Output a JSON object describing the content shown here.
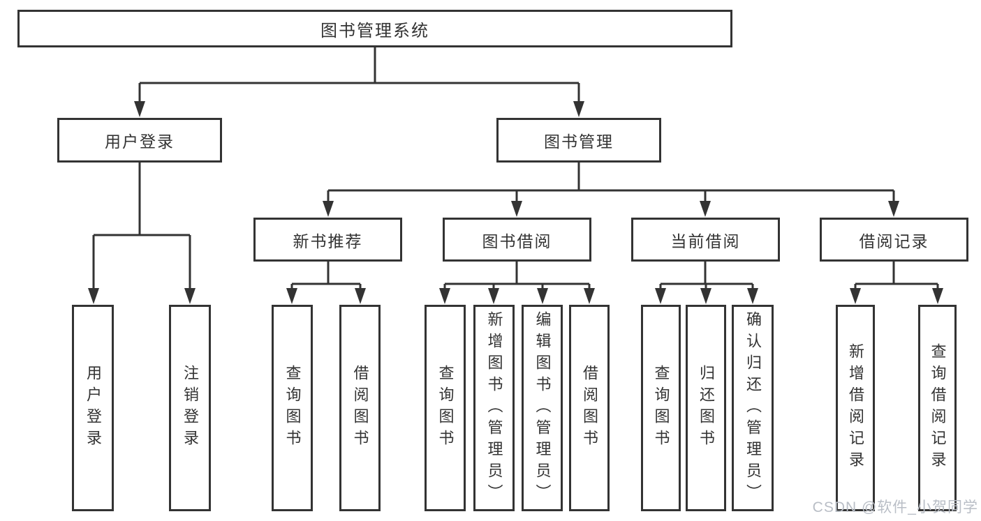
{
  "colors": {
    "line": "#333333",
    "box_border": "#333333",
    "text": "#333333",
    "background": "#ffffff",
    "watermark": "#b9bec6"
  },
  "watermark": {
    "text": "CSDN @软件_小贺同学"
  },
  "tree": {
    "root": {
      "label": "图书管理系统"
    },
    "children": [
      {
        "label": "用户登录",
        "children": [
          {
            "label": "用户登录"
          },
          {
            "label": "注销登录"
          }
        ]
      },
      {
        "label": "图书管理",
        "children": [
          {
            "label": "新书推荐",
            "children": [
              {
                "label": "查询图书"
              },
              {
                "label": "借阅图书"
              }
            ]
          },
          {
            "label": "图书借阅",
            "children": [
              {
                "label": "查询图书"
              },
              {
                "label": "新增图书（管理员）"
              },
              {
                "label": "编辑图书（管理员）"
              },
              {
                "label": "借阅图书"
              }
            ]
          },
          {
            "label": "当前借阅",
            "children": [
              {
                "label": "查询图书"
              },
              {
                "label": "归还图书"
              },
              {
                "label": "确认归还（管理员）"
              }
            ]
          },
          {
            "label": "借阅记录",
            "children": [
              {
                "label": "新增借阅记录"
              },
              {
                "label": "查询借阅记录"
              }
            ]
          }
        ]
      }
    ]
  }
}
